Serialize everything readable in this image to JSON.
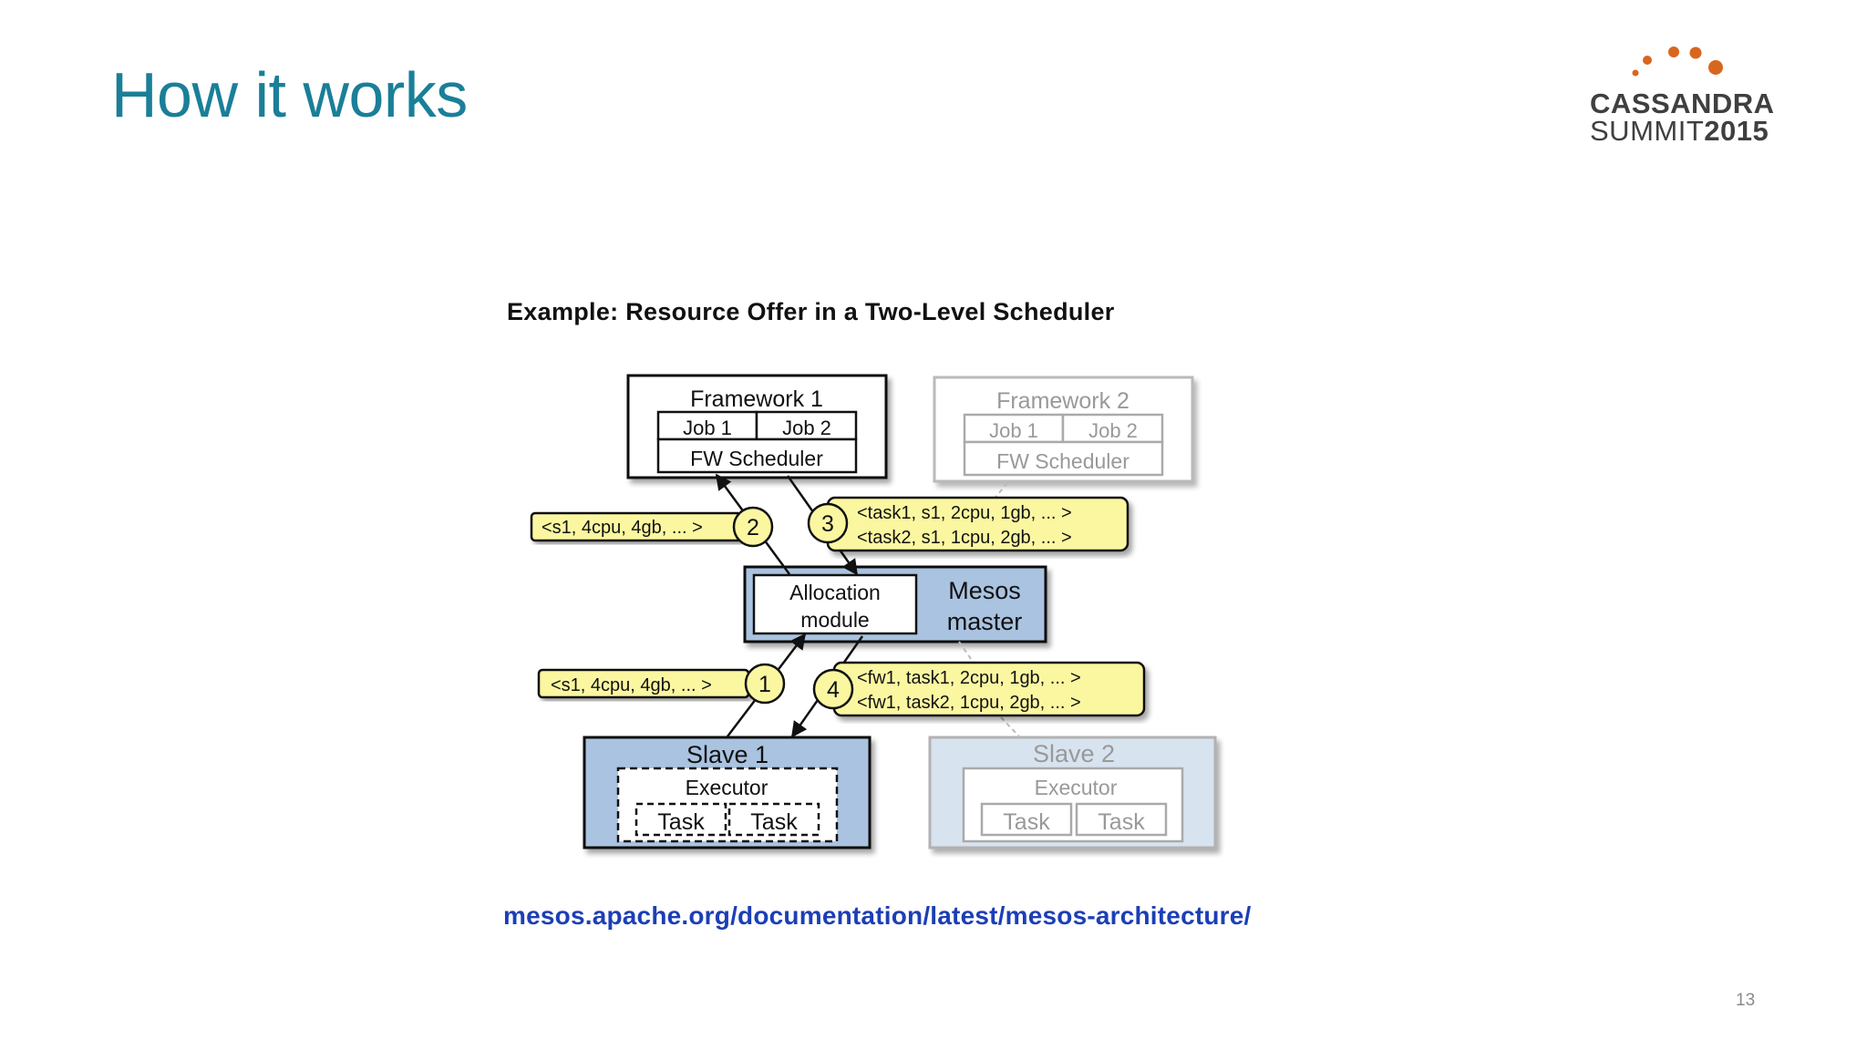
{
  "slide": {
    "title": "How it works",
    "page_number": "13"
  },
  "logo": {
    "line1": "CASSANDRA",
    "line2_light": "SUMMIT",
    "line2_bold": "2015",
    "dot_color": "#d9661f"
  },
  "diagram": {
    "title": "Example: Resource Offer in a Two-Level Scheduler",
    "framework1": {
      "title": "Framework 1",
      "job1": "Job 1",
      "job2": "Job 2",
      "scheduler": "FW Scheduler"
    },
    "framework2": {
      "title": "Framework 2",
      "job1": "Job 1",
      "job2": "Job 2",
      "scheduler": "FW Scheduler"
    },
    "master": {
      "alloc_line1": "Allocation",
      "alloc_line2": "module",
      "name_line1": "Mesos",
      "name_line2": "master"
    },
    "slave1": {
      "title": "Slave 1",
      "executor": "Executor",
      "task1": "Task",
      "task2": "Task"
    },
    "slave2": {
      "title": "Slave 2",
      "executor": "Executor",
      "task1": "Task",
      "task2": "Task"
    },
    "steps": [
      "1",
      "2",
      "3",
      "4"
    ],
    "msg1": "<s1, 4cpu, 4gb, ... >",
    "msg2": "<s1, 4cpu, 4gb, ... >",
    "msg3": [
      "<task1, s1, 2cpu, 1gb, ... >",
      "<task2, s1, 1cpu, 2gb, ... >"
    ],
    "msg4": [
      "<fw1, task1, 2cpu, 1gb, ... >",
      "<fw1, task2, 1cpu, 2gb, ... >"
    ],
    "colors": {
      "callout": "#fbf7a1",
      "node_blue": "#a9c3e0",
      "node_faded": "#d4e1ef"
    }
  },
  "source_link": "mesos.apache.org/documentation/latest/mesos-architecture/"
}
